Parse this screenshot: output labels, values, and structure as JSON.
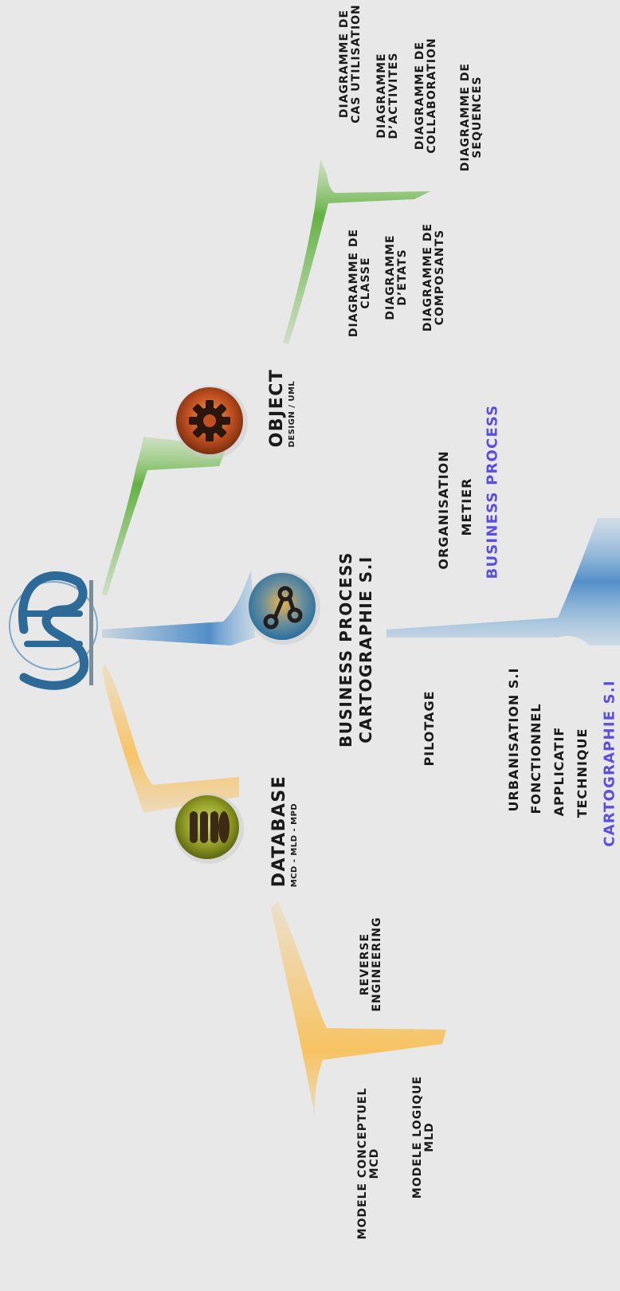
{
  "logo": {
    "text": "WD"
  },
  "nodes": {
    "database": {
      "title": "DATABASE",
      "subtitle": "MCD - MLD - MPD",
      "icon": "database-icon",
      "color": "#f7c25a"
    },
    "business": {
      "title_line1": "BUSINESS PROCESS",
      "title_line2": "CARTOGRAPHIE S.I",
      "icon": "flow-nodes-icon",
      "color": "#5b93c8"
    },
    "object": {
      "title": "OBJECT",
      "subtitle": "DESIGN / UML",
      "icon": "gear-icon",
      "color": "#6cb84a"
    }
  },
  "database_items": {
    "reverse_engineering": [
      "REVERSE",
      "ENGINEERING"
    ],
    "modele_conceptuel": [
      "MODELE CONCEPTUEL",
      "MCD"
    ],
    "modele_logique": [
      "MODELE LOGIQUE",
      "MLD"
    ]
  },
  "business_items": {
    "organisation": "ORGANISATION",
    "metier": "METIER",
    "business_process": "BUSINESS PROCESS",
    "pilotage": "PILOTAGE",
    "urbanisation": "URBANISATION S.I",
    "fonctionnel": "FONCTIONNEL",
    "applicatif": "APPLICATIF",
    "technique": "TECHNIQUE",
    "cartographie": "CARTOGRAPHIE S.I"
  },
  "object_items": {
    "classe": [
      "DIAGRAMME DE",
      "CLASSE"
    ],
    "etats": [
      "DIAGRAMME",
      "D’ETATS"
    ],
    "composants": [
      "DIAGRAMME DE",
      "COMPOSANTS"
    ],
    "cas_utilisation": [
      "DIAGRAMME DE",
      "CAS UTILISATION"
    ],
    "activites": [
      "DIAGRAMME",
      "D’ACTIVITES"
    ],
    "collaboration": [
      "DIAGRAMME DE",
      "COLLABORATION"
    ],
    "sequences": [
      "DIAGRAMME DE",
      "SEQUENCES"
    ]
  }
}
